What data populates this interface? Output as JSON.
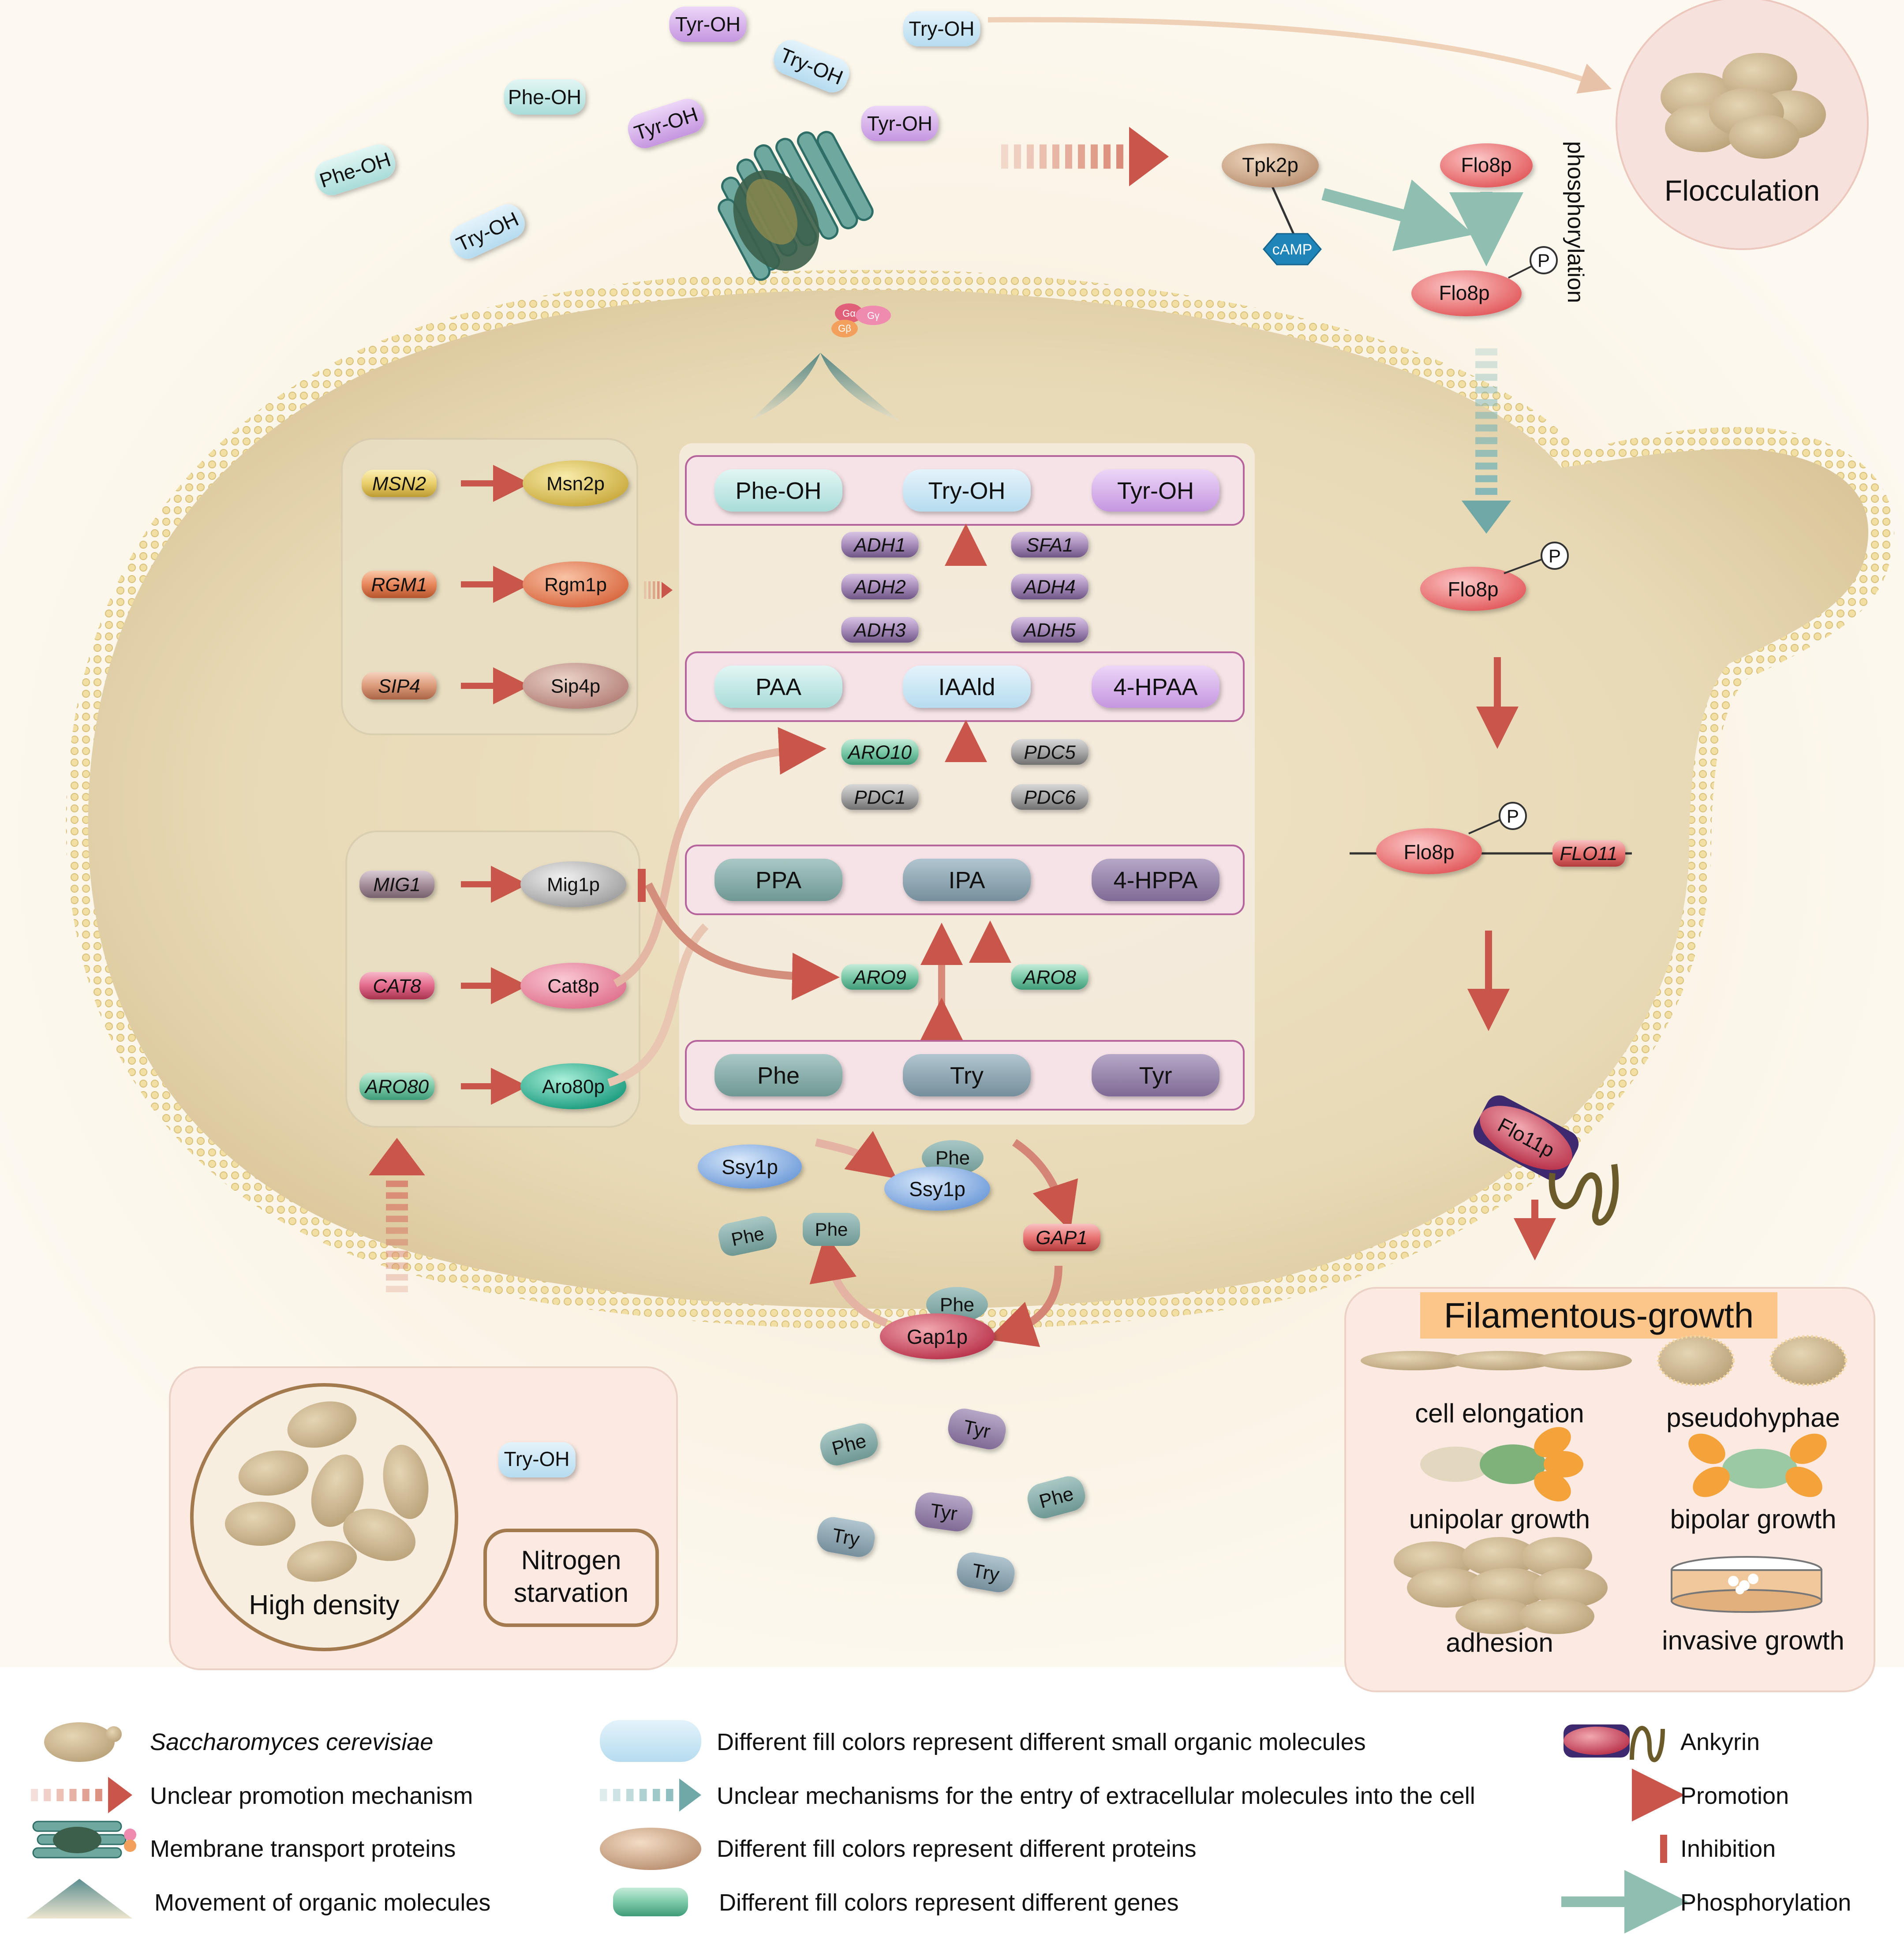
{
  "outside": {
    "mols": [
      "Tyr-OH",
      "Try-OH",
      "Try-OH",
      "Phe-OH",
      "Tyr-OH",
      "Tyr-OH",
      "Phe-OH",
      "Try-OH"
    ]
  },
  "flocculation": "Flocculation",
  "camp_path": {
    "tpk2p": "Tpk2p",
    "camp": "cAMP",
    "flo8p": "Flo8p",
    "p": "P",
    "phosphorylation": "phosphorylation"
  },
  "membrane_protein": {
    "ga": "Gα",
    "gb": "Gβ",
    "gg": "Gγ"
  },
  "regulators": {
    "group1": [
      {
        "gene": "MSN2",
        "protein": "Msn2p"
      },
      {
        "gene": "RGM1",
        "protein": "Rgm1p"
      },
      {
        "gene": "SIP4",
        "protein": "Sip4p"
      }
    ],
    "group2": [
      {
        "gene": "MIG1",
        "protein": "Mig1p"
      },
      {
        "gene": "CAT8",
        "protein": "Cat8p"
      },
      {
        "gene": "ARO80",
        "protein": "Aro80p"
      }
    ]
  },
  "pathway": {
    "row1": [
      "Phe-OH",
      "Try-OH",
      "Tyr-OH"
    ],
    "genes1_left": [
      "ADH1",
      "ADH2",
      "ADH3"
    ],
    "genes1_right": [
      "SFA1",
      "ADH4",
      "ADH5"
    ],
    "row2": [
      "PAA",
      "IAAld",
      "4-HPAA"
    ],
    "genes2_left": [
      "ARO10",
      "PDC1"
    ],
    "genes2_right": [
      "PDC5",
      "PDC6"
    ],
    "row3": [
      "PPA",
      "IPA",
      "4-HPPA"
    ],
    "gene3_left": "ARO9",
    "gene3_right": "ARO8",
    "row4": [
      "Phe",
      "Try",
      "Tyr"
    ]
  },
  "transport": {
    "ssy1p": "Ssy1p",
    "phe": "Phe",
    "gap1": "GAP1",
    "gap1p": "Gap1p"
  },
  "flo11": {
    "flo8p": "Flo8p",
    "p": "P",
    "flo11": "FLO11",
    "flo11p": "Flo11p"
  },
  "extracellular_aa": [
    "Phe",
    "Tyr",
    "Tyr",
    "Phe",
    "Try",
    "Try"
  ],
  "conditions": {
    "high_density": "High density",
    "tryoh": "Try-OH",
    "nitrogen1": "Nitrogen",
    "nitrogen2": "starvation"
  },
  "filamentous": {
    "title": "Filamentous-growth",
    "items": [
      "cell elongation",
      "pseudohyphae",
      "unipolar growth",
      "bipolar growth",
      "adhesion",
      "invasive growth"
    ]
  },
  "legend": {
    "col1": [
      "Saccharomyces cerevisiae",
      "Unclear promotion mechanism",
      "Membrane transport proteins",
      "Movement of organic molecules"
    ],
    "col2": [
      "Different fill colors represent different small organic molecules",
      "Unclear mechanisms for the entry of extracellular molecules into the cell",
      "Different fill colors represent different proteins",
      "Different fill colors represent different genes"
    ],
    "col3": [
      "Ankyrin",
      "Promotion",
      "Inhibition",
      "Phosphorylation"
    ]
  },
  "colors": {
    "mol_blue": "#cfe8f5",
    "mol_purple": "#d9b8ec",
    "mol_cyan": "#c7ebe9",
    "red_arrow": "#c9564a",
    "teal_arrow": "#8fbfb0",
    "cell_fill": "#e6d7b3"
  }
}
